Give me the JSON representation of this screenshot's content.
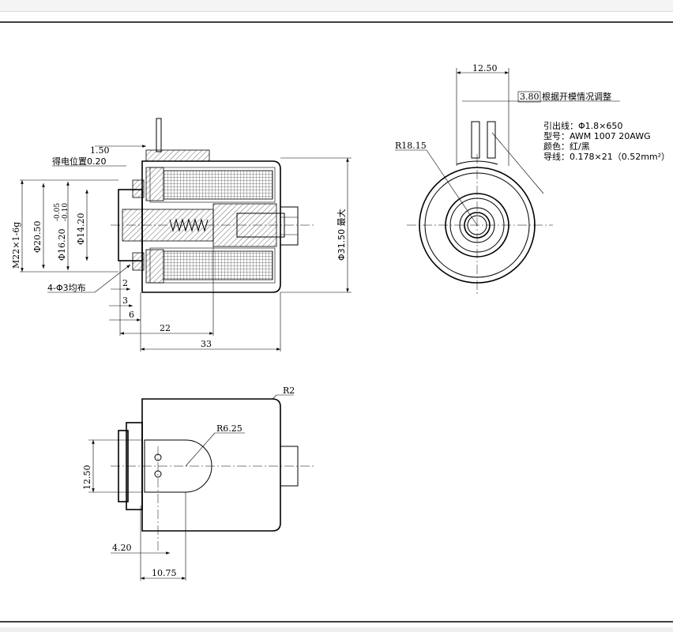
{
  "section_view": {
    "dim_stroke": "1.50",
    "dim_energized": "得电位置0.20",
    "dim_thread": "M22×1-6g",
    "dim_d20": "Φ20.50",
    "dim_d16": "Φ16.20",
    "tol_upper": "-0.05",
    "tol_lower": "-0.10",
    "dim_d14": "Φ14.20",
    "holes_note": "4-Φ3均布",
    "dim_2": "2",
    "dim_3": "3",
    "dim_6": "6",
    "dim_22": "22",
    "dim_33": "33",
    "dim_d31": "Φ31.50 最大"
  },
  "end_view": {
    "dim_width": "12.50",
    "dim_gap": "3.80",
    "gap_note": "根据开模情况调整",
    "dim_radius": "R18.15",
    "lead_spec": [
      "引出线：Φ1.8×650",
      "型号：AWM 1007 20AWG",
      "颜色：红/黑",
      "导线：0.178×21（0.52mm²）"
    ]
  },
  "top_view": {
    "dim_r2": "R2",
    "dim_r6": "R6.25",
    "dim_12": "12.50",
    "dim_4": "4.20",
    "dim_10": "10.75"
  }
}
